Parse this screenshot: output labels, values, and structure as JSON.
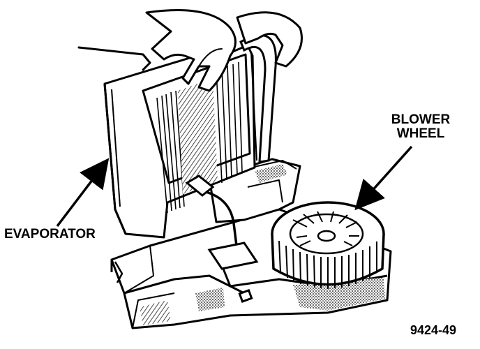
{
  "labels": {
    "blower_wheel_line1": "BLOWER",
    "blower_wheel_line2": "WHEEL",
    "evaporator": "EVAPORATOR",
    "figure_number": "9424-49"
  },
  "colors": {
    "ink": "#000000",
    "paper": "#ffffff",
    "shade": "#9a9a9a"
  }
}
